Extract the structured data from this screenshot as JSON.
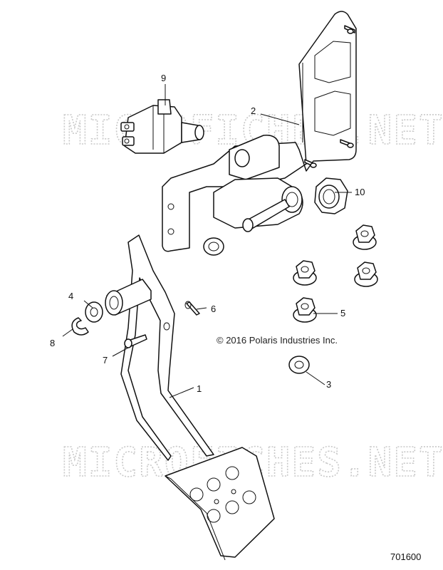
{
  "watermark": "MICROFICHES.NET",
  "copyright": "© 2016 Polaris Industries Inc.",
  "diagram_number": "701600",
  "callouts": [
    {
      "id": "1",
      "label": "1"
    },
    {
      "id": "2",
      "label": "2"
    },
    {
      "id": "3",
      "label": "3"
    },
    {
      "id": "4",
      "label": "4"
    },
    {
      "id": "5",
      "label": "5"
    },
    {
      "id": "6",
      "label": "6"
    },
    {
      "id": "7",
      "label": "7"
    },
    {
      "id": "8",
      "label": "8"
    },
    {
      "id": "9",
      "label": "9"
    },
    {
      "id": "10",
      "label": "10"
    }
  ]
}
